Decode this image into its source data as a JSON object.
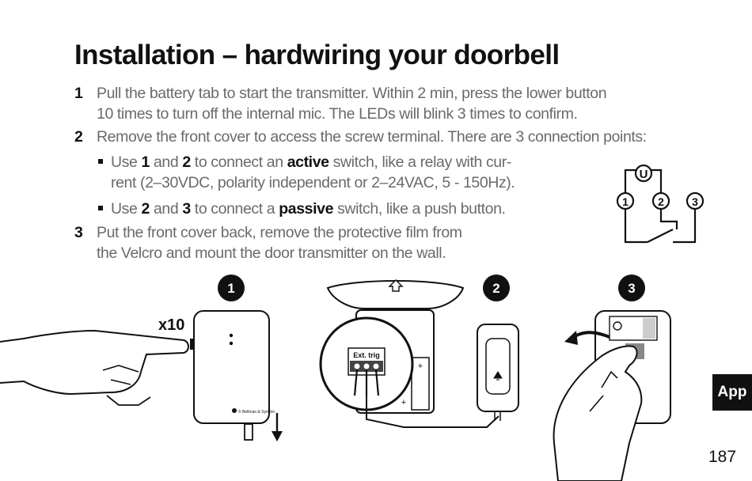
{
  "title": "Installation – hardwiring your doorbell",
  "steps": [
    {
      "num": "1",
      "lines": [
        "Pull the battery tab to start the transmitter. Within 2 min, press the lower button",
        "10 times to turn off the internal mic. The LEDs will blink 3 times to confirm."
      ]
    },
    {
      "num": "2",
      "lines": [
        "Remove the front cover to access the screw terminal. There are 3 connection points:"
      ]
    },
    {
      "num": "3",
      "lines": [
        "Put the front cover back, remove the protective film from",
        "the Velcro and mount the door transmitter on the wall."
      ]
    }
  ],
  "bullets": {
    "b1": {
      "use": "Use ",
      "n1": "1",
      "and": " and ",
      "n2": "2",
      "pre": " to connect an ",
      "kw": "active",
      "post": " switch, like a relay with cur-",
      "line2": "rent (2–30VDC, polarity independent or 2–24VAC, 5 - 150Hz)."
    },
    "b2": {
      "use": "Use ",
      "n1": "2",
      "and": " and ",
      "n2": "3",
      "pre": " to connect a ",
      "kw": "passive",
      "post": " switch, like a push button."
    }
  },
  "wiring": {
    "u": "U",
    "p1": "1",
    "p2": "2",
    "p3": "3"
  },
  "figures": {
    "badge1": "1",
    "badge2": "2",
    "badge3": "3",
    "x10": "x10",
    "ext_trig": "Ext. trig",
    "brand": "© Bellman & Symfon"
  },
  "app_tab": "App",
  "page_number": "187"
}
